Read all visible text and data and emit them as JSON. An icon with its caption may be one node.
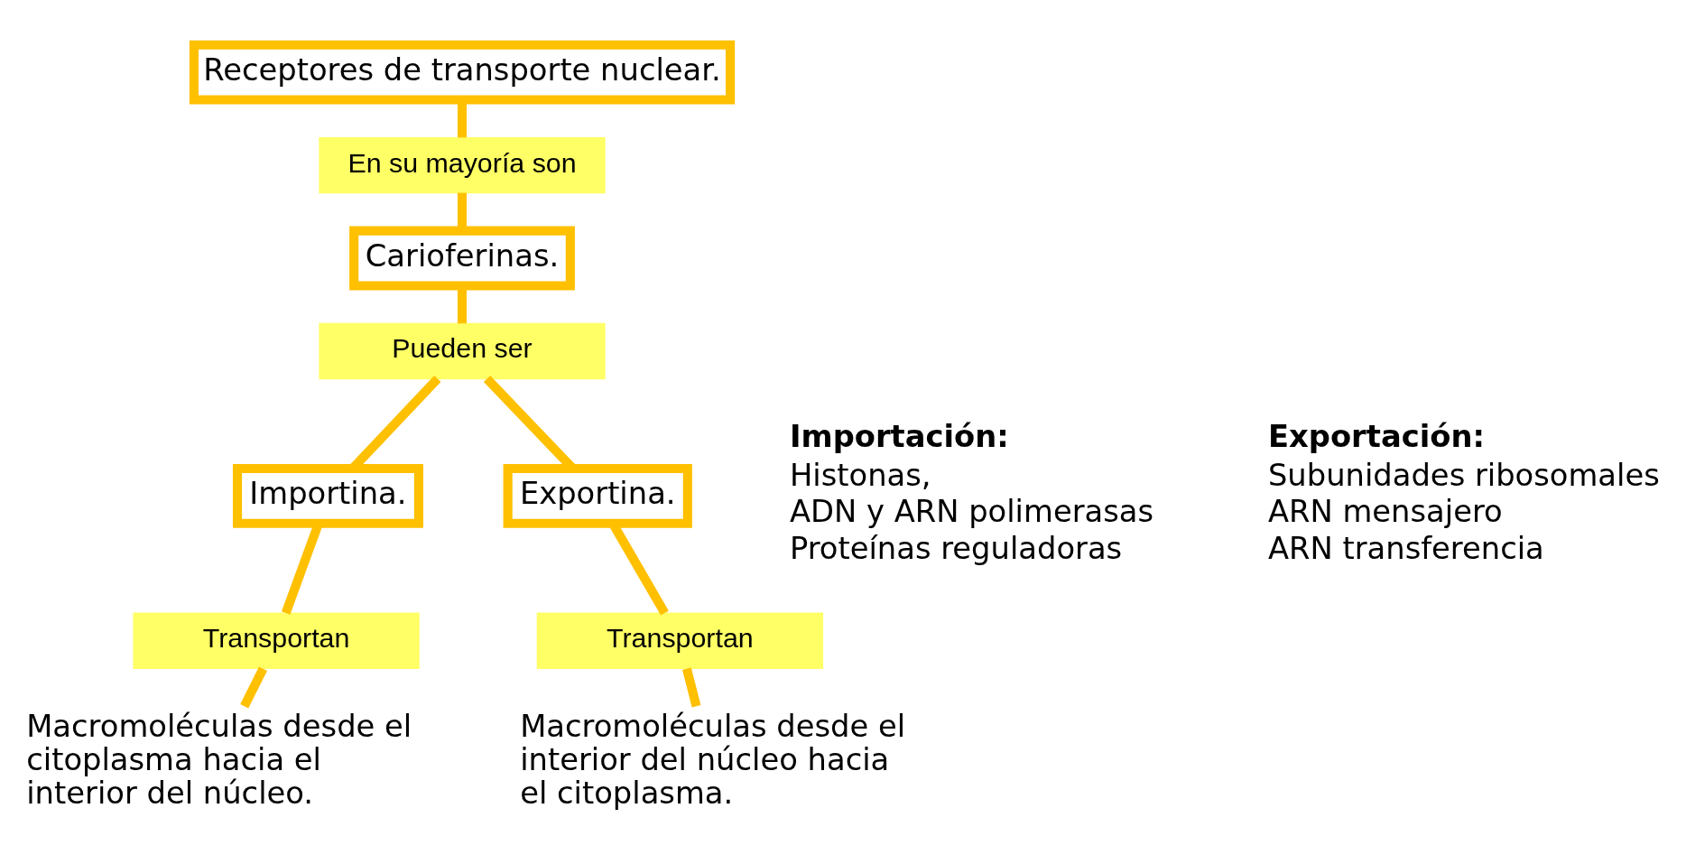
{
  "diagram": {
    "nodes": [
      {
        "text": [
          "Receptores de transporte nuclear."
        ]
      },
      {
        "text": [
          "En su mayoría son"
        ]
      },
      {
        "text": [
          "Carioferinas."
        ]
      },
      {
        "text": [
          "Pueden ser"
        ]
      },
      {
        "text": [
          "Importina."
        ]
      },
      {
        "text": [
          "Exportina."
        ]
      },
      {
        "text": [
          "Transportan"
        ]
      },
      {
        "text": [
          "Transportan"
        ]
      },
      {
        "text": [
          "Macromoléculas desde el citoplasma hacia el interior del núcleo."
        ]
      },
      {
        "text": [
          "Macromoléculas desde el interior del núcleo hacia el citoplasma."
        ]
      }
    ],
    "edges": [
      {
        "from": 0,
        "to": 1,
        "arrow": "none"
      },
      {
        "from": 1,
        "to": 2,
        "arrow": "none"
      },
      {
        "from": 2,
        "to": 3,
        "arrow": "none"
      },
      {
        "from": 3,
        "to": 4,
        "arrow": "none"
      },
      {
        "from": 3,
        "to": 5,
        "arrow": "none"
      },
      {
        "from": 4,
        "to": 6,
        "arrow": "none"
      },
      {
        "from": 5,
        "to": 7,
        "arrow": "none"
      },
      {
        "from": 6,
        "to": 8,
        "arrow": "none"
      },
      {
        "from": 7,
        "to": 9,
        "arrow": "none"
      }
    ],
    "labels": [
      "Importación:",
      "Histonas,",
      "ADN y ARN polimerasas",
      "Proteínas reguladoras",
      "Exportación:",
      "Subunidades ribosomales",
      "ARN mensajero",
      "ARN transferencia"
    ]
  }
}
